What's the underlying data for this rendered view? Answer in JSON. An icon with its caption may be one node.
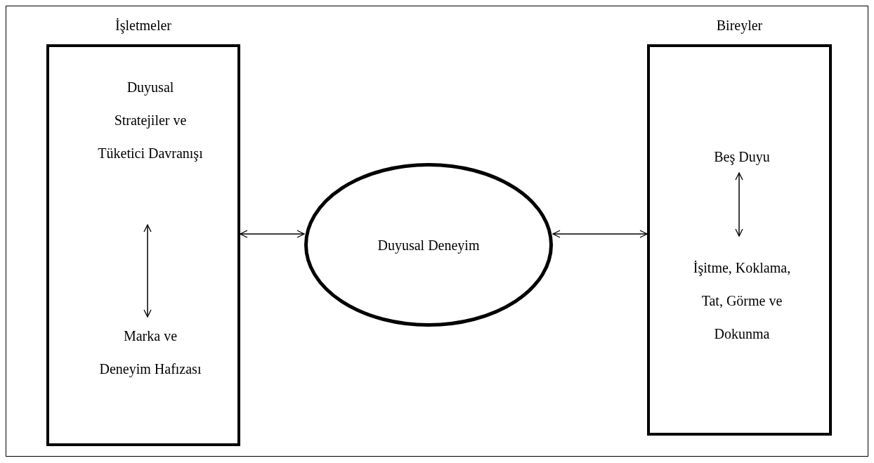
{
  "diagram": {
    "nodes": [
      {
        "text": [
          "İşletmeler"
        ]
      },
      {
        "text": [
          "Duyusal Stratejiler ve Tüketici Davranışı"
        ],
        "in": 0
      },
      {
        "text": [
          "Marka ve Deneyim Hafızası"
        ],
        "in": 0
      },
      {
        "text": [
          "Duyusal Deneyim"
        ]
      },
      {
        "text": [
          "Bireyler"
        ]
      },
      {
        "text": [
          "Beş Duyu"
        ],
        "in": 4
      },
      {
        "text": [
          "İşitme, Koklama, Tat, Görme ve Dokunma"
        ],
        "in": 4
      }
    ],
    "edges": [
      {
        "from": 1,
        "to": 2,
        "arrow": "both"
      },
      {
        "from": 0,
        "to": 3,
        "arrow": "both"
      },
      {
        "from": 3,
        "to": 4,
        "arrow": "both"
      },
      {
        "from": 5,
        "to": 6,
        "arrow": "both"
      }
    ]
  }
}
